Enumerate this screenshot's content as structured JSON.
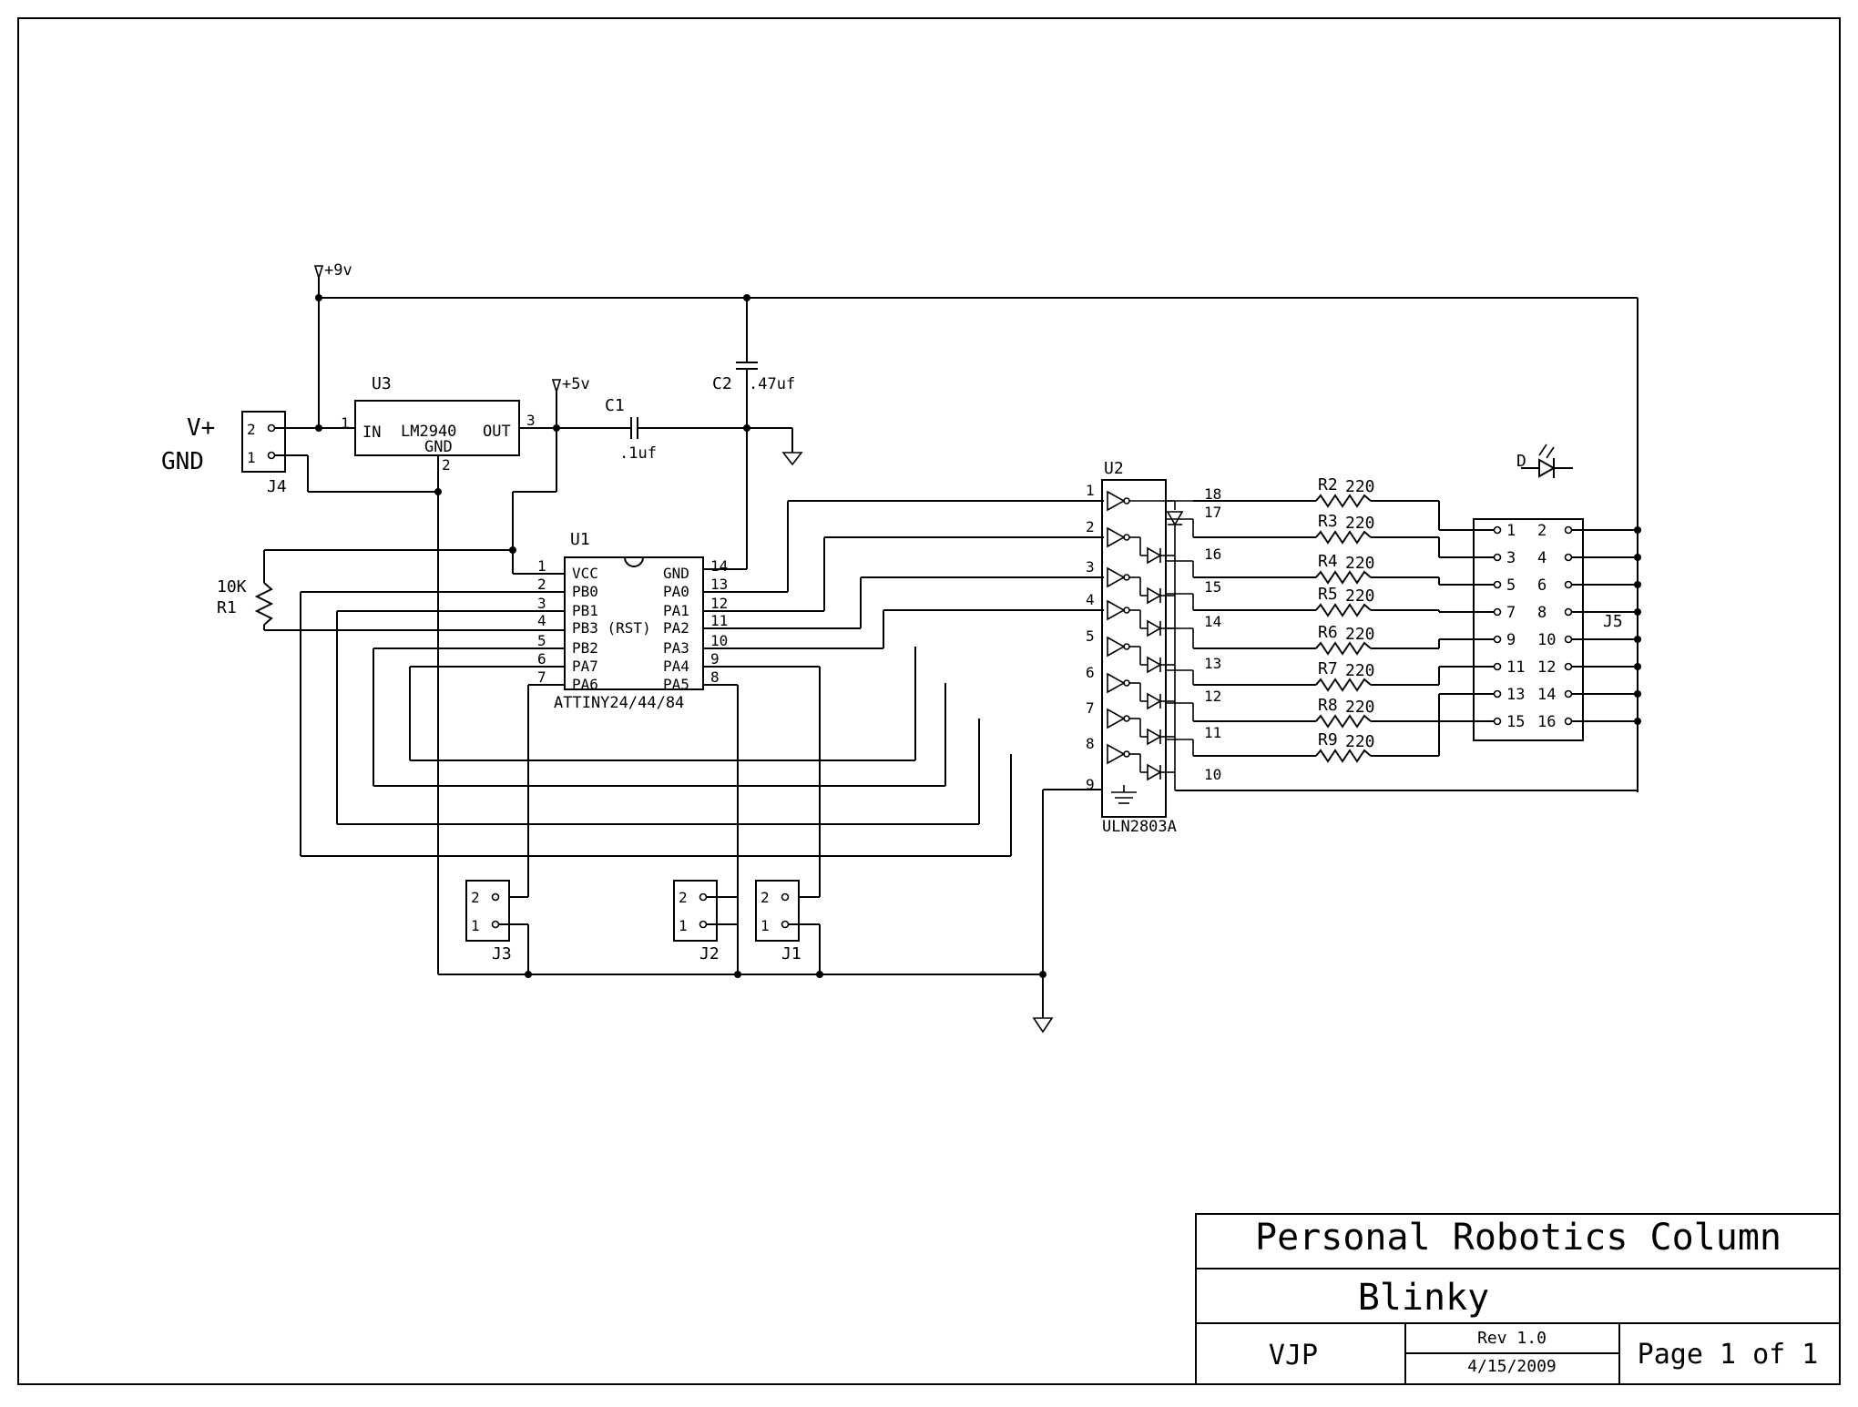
{
  "title_block": {
    "project": "Personal Robotics Column",
    "title": "Blinky",
    "author": "VJP",
    "revision": "Rev 1.0",
    "date": "4/15/2009",
    "page": "Page 1 of 1"
  },
  "power": {
    "v9_label": "+9v",
    "v5_label": "+5v",
    "vplus_label": "V+",
    "gnd_label": "GND"
  },
  "u3": {
    "ref": "U3",
    "part": "LM2940",
    "pin_in": "IN",
    "pin_out": "OUT",
    "pin_gnd": "GND",
    "num_in": "1",
    "num_out": "3",
    "num_gnd": "2"
  },
  "c1": {
    "ref": "C1",
    "value": ".1uf"
  },
  "c2": {
    "ref": "C2",
    "value": ".47uf"
  },
  "r1": {
    "ref": "R1",
    "value": "10K"
  },
  "u1": {
    "ref": "U1",
    "part": "ATTINY24/44/84",
    "left_pins": [
      {
        "num": "1",
        "name": "VCC"
      },
      {
        "num": "2",
        "name": "PB0"
      },
      {
        "num": "3",
        "name": "PB1"
      },
      {
        "num": "4",
        "name": "PB3 (RST)"
      },
      {
        "num": "5",
        "name": "PB2"
      },
      {
        "num": "6",
        "name": "PA7"
      },
      {
        "num": "7",
        "name": "PA6"
      }
    ],
    "right_pins": [
      {
        "num": "14",
        "name": "GND"
      },
      {
        "num": "13",
        "name": "PA0"
      },
      {
        "num": "12",
        "name": "PA1"
      },
      {
        "num": "11",
        "name": "PA2"
      },
      {
        "num": "10",
        "name": "PA3"
      },
      {
        "num": "9",
        "name": "PA4"
      },
      {
        "num": "8",
        "name": "PA5"
      }
    ]
  },
  "u2": {
    "ref": "U2",
    "part": "ULN2803A",
    "inputs": [
      "1",
      "2",
      "3",
      "4",
      "5",
      "6",
      "7",
      "8"
    ],
    "gnd_pin": "9",
    "outputs": [
      "18",
      "17",
      "16",
      "15",
      "14",
      "13",
      "12",
      "11"
    ],
    "com_pin": "10"
  },
  "resistors": [
    {
      "ref": "R2",
      "value": "220"
    },
    {
      "ref": "R3",
      "value": "220"
    },
    {
      "ref": "R4",
      "value": "220"
    },
    {
      "ref": "R5",
      "value": "220"
    },
    {
      "ref": "R6",
      "value": "220"
    },
    {
      "ref": "R7",
      "value": "220"
    },
    {
      "ref": "R8",
      "value": "220"
    },
    {
      "ref": "R9",
      "value": "220"
    }
  ],
  "led": {
    "ref": "D"
  },
  "j5": {
    "ref": "J5",
    "left": [
      "1",
      "3",
      "5",
      "7",
      "9",
      "11",
      "13",
      "15"
    ],
    "right": [
      "2",
      "4",
      "6",
      "8",
      "10",
      "12",
      "14",
      "16"
    ]
  },
  "headers": [
    {
      "ref": "J4",
      "pins": [
        "2",
        "1"
      ]
    },
    {
      "ref": "J3",
      "pins": [
        "2",
        "1"
      ]
    },
    {
      "ref": "J2",
      "pins": [
        "2",
        "1"
      ]
    },
    {
      "ref": "J1",
      "pins": [
        "2",
        "1"
      ]
    }
  ]
}
